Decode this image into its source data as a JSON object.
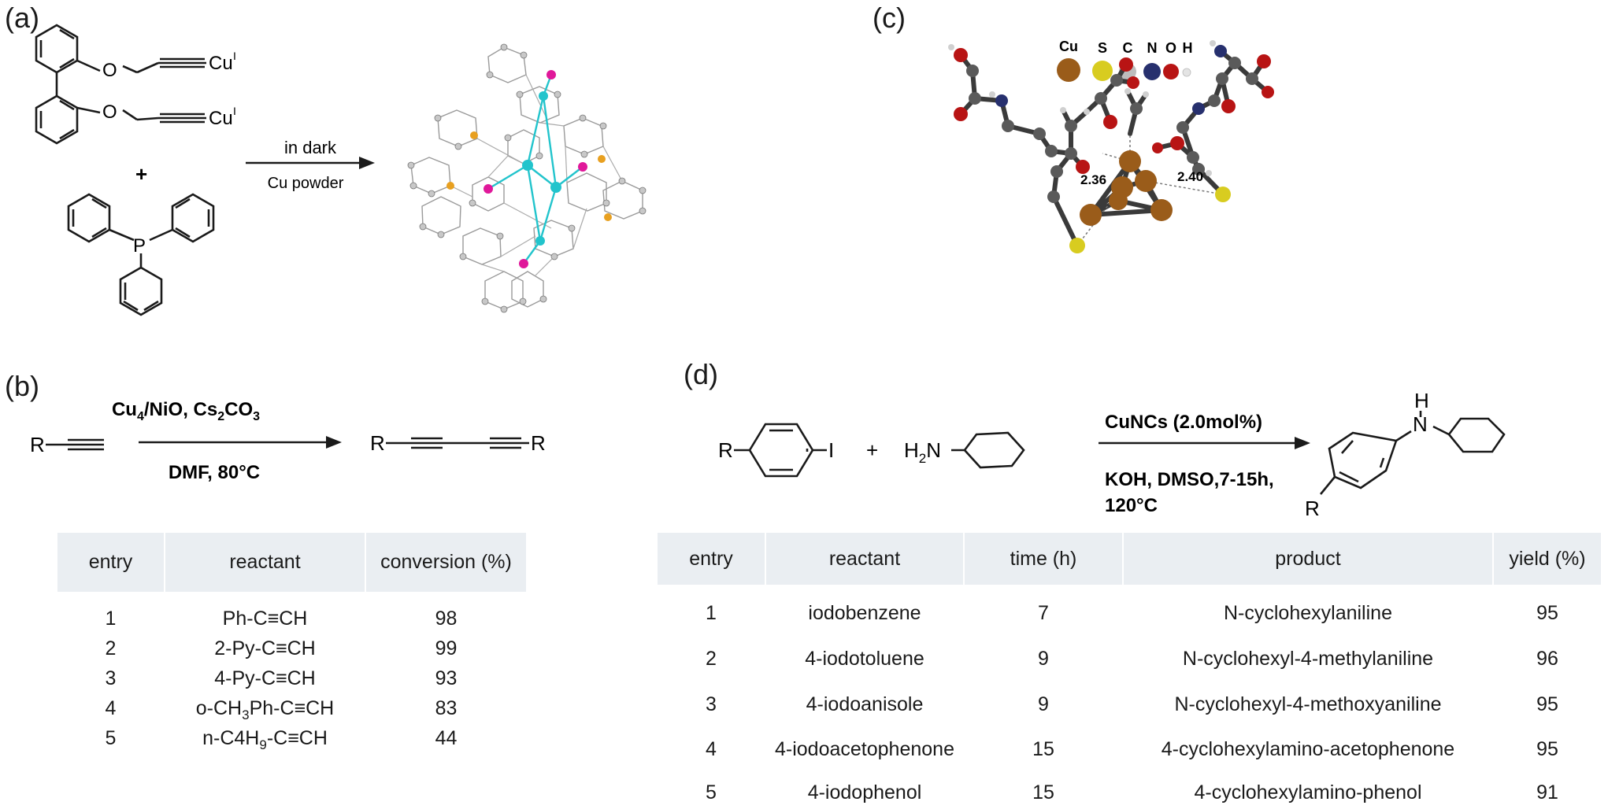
{
  "panels": {
    "a": {
      "label": "(a)",
      "reactant_groups": [
        "O",
        "Cu",
        "I",
        "O",
        "Cu",
        "I"
      ],
      "plus": "+",
      "phosphine_atom": "P",
      "condition_top": "in dark",
      "condition_bottom": "Cu powder"
    },
    "b": {
      "label": "(b)",
      "substituent": "R",
      "product_left": "R",
      "product_right": "R",
      "catalyst": [
        "Cu",
        "4",
        "/NiO, Cs",
        "2",
        "CO",
        "3"
      ],
      "conditions": "DMF, 80°C",
      "table": {
        "headers": [
          "entry",
          "reactant",
          "conversion (%)"
        ],
        "rows": [
          {
            "entry": "1",
            "reactant": [
              "Ph-C≡CH"
            ],
            "conversion": "98"
          },
          {
            "entry": "2",
            "reactant": [
              "2-Py-C≡CH"
            ],
            "conversion": "99"
          },
          {
            "entry": "3",
            "reactant": [
              "4-Py-C≡CH"
            ],
            "conversion": "93"
          },
          {
            "entry": "4",
            "reactant": [
              "o-CH",
              "3",
              "Ph-C≡CH"
            ],
            "conversion": "83"
          },
          {
            "entry": "5",
            "reactant": [
              "n-C4H",
              "9",
              "-C≡CH"
            ],
            "conversion": "44"
          }
        ]
      }
    },
    "c": {
      "label": "(c)",
      "legend": [
        "Cu",
        "S",
        "C",
        "N",
        "O",
        "H"
      ],
      "legend_colors": [
        "#9a5c1a",
        "#d8cc20",
        "#bdbdbd",
        "#27306e",
        "#b81414",
        "#e4e4e4"
      ],
      "distances": [
        "2.36",
        "2.40"
      ]
    },
    "d": {
      "label": "(d)",
      "aryl_substituent": "R",
      "aryl_halide": "I",
      "plus": "+",
      "amine": [
        "H",
        "2",
        "N"
      ],
      "catalyst": "CuNCs (2.0mol%)",
      "conditions_line1": "KOH, DMSO,7-15h,",
      "conditions_line2": "120°C",
      "product_nh": [
        "H",
        "N"
      ],
      "product_substituent": "R",
      "table": {
        "headers": [
          "entry",
          "reactant",
          "time (h)",
          "product",
          "yield (%)"
        ],
        "rows": [
          {
            "entry": "1",
            "reactant": "iodobenzene",
            "time": "7",
            "product": "N-cyclohexylaniline",
            "yield": "95"
          },
          {
            "entry": "2",
            "reactant": "4-iodotoluene",
            "time": "9",
            "product": "N-cyclohexyl-4-methylaniline",
            "yield": "96"
          },
          {
            "entry": "3",
            "reactant": "4-iodoanisole",
            "time": "9",
            "product": "N-cyclohexyl-4-methoxyaniline",
            "yield": "95"
          },
          {
            "entry": "4",
            "reactant": "4-iodoacetophenone",
            "time": "15",
            "product": "4-cyclohexylamino-acetophenone",
            "yield": "95"
          },
          {
            "entry": "5",
            "reactant": "4-iodophenol",
            "time": "15",
            "product": "4-cyclohexylamino-phenol",
            "yield": "91"
          }
        ]
      }
    }
  }
}
